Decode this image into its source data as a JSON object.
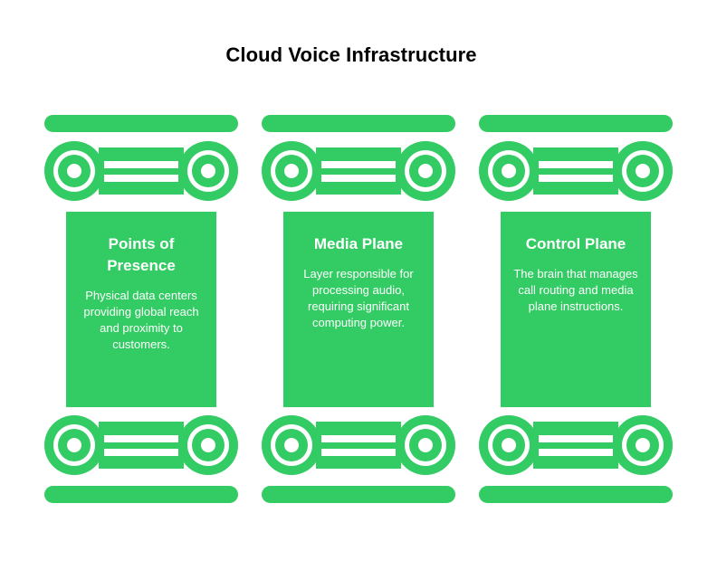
{
  "title": "Cloud Voice Infrastructure",
  "accent_color": "#33cb63",
  "pillars": [
    {
      "title": "Points of Presence",
      "description": "Physical data centers providing global reach and proximity to customers."
    },
    {
      "title": "Media Plane",
      "description": "Layer responsible for processing audio, requiring significant computing power."
    },
    {
      "title": "Control Plane",
      "description": "The brain that manages call routing and media plane instructions."
    }
  ]
}
